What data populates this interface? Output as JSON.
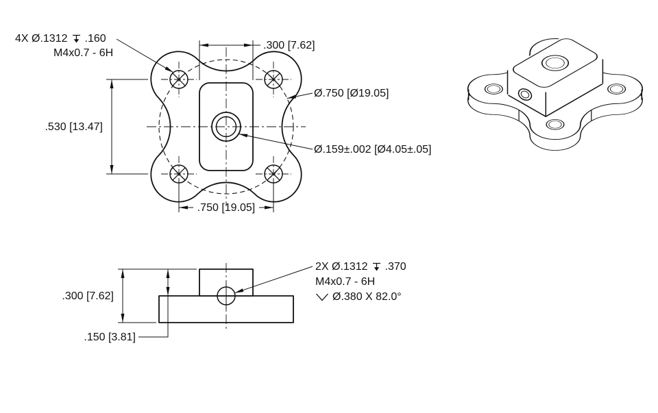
{
  "colors": {
    "ink": "#111111",
    "background": "#ffffff"
  },
  "views": {
    "top": {
      "tapped_hole_note": {
        "line1_prefix": "4X Ø.1312",
        "line1_depth": ".160",
        "line2": "M4x0.7 - 6H"
      },
      "boss_width_dim": ".300 [7.62]",
      "bolt_circle_dim": "Ø.750 [Ø19.05]",
      "hole_spacing_dim": ".530 [13.47]",
      "center_hole_dim": "Ø.159±.002 [Ø4.05±.05]",
      "overall_width_dim": ".750 [19.05]"
    },
    "front": {
      "overall_height_dim": ".300 [7.62]",
      "base_height_dim": ".150 [3.81]",
      "side_hole_note": {
        "line1_prefix": "2X Ø.1312",
        "line1_depth": ".370",
        "line2": "M4x0.7 - 6H",
        "line3_csk": "Ø.380 X 82.0°"
      }
    }
  }
}
